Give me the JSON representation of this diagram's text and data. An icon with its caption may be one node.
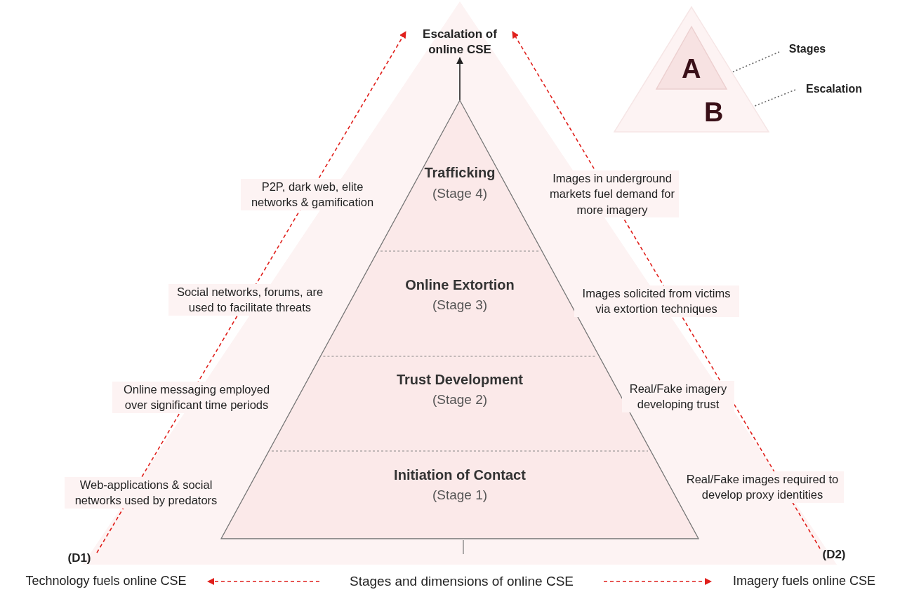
{
  "diagram": {
    "nodes": [
      {
        "text": [
          "Escalation of online CSE"
        ]
      },
      {
        "text": [
          "B"
        ]
      },
      {
        "text": [
          "A"
        ],
        "in": 1
      },
      {
        "text": [
          "Stages"
        ]
      },
      {
        "text": [
          "Escalation"
        ]
      },
      {
        "text": [
          "Trafficking",
          "(Stage 4)"
        ]
      },
      {
        "text": [
          "Online Extortion",
          "(Stage 3)"
        ]
      },
      {
        "text": [
          "Trust Development",
          "(Stage 2)"
        ]
      },
      {
        "text": [
          "Initiation of Contact",
          "(Stage 1)"
        ]
      },
      {
        "text": [
          "(D1)"
        ]
      },
      {
        "text": [
          "(D2)"
        ]
      },
      {
        "text": [
          "Technology fuels online CSE"
        ]
      },
      {
        "text": [
          "Stages and dimensions of online CSE"
        ]
      },
      {
        "text": [
          "Imagery fuels online CSE"
        ]
      }
    ],
    "edges": [
      {
        "from": 5,
        "to": 0,
        "arrow": "to",
        "color": "#222222"
      },
      {
        "from": 9,
        "to": 0,
        "arrow": "to",
        "style": "dashed"
      },
      {
        "from": 10,
        "to": 0,
        "arrow": "to",
        "style": "dashed"
      },
      {
        "from": 3,
        "to": 2,
        "arrow": "none",
        "style": "dashed",
        "color": "#666666"
      },
      {
        "from": 4,
        "to": 1,
        "arrow": "none",
        "style": "dashed",
        "color": "#666666"
      },
      {
        "from": 12,
        "to": 11,
        "arrow": "to",
        "style": "dashed"
      },
      {
        "from": 12,
        "to": 13,
        "arrow": "to",
        "style": "dashed"
      }
    ],
    "labels": [
      "P2P, dark web, elite networks & gamification",
      "Images in underground markets fuel demand for more imagery",
      "Social networks, forums, are used to facilitate threats",
      "Images solicited from victims via extortion techniques",
      "Online messaging employed over significant time periods",
      "Real/Fake imagery developing trust",
      "Web-applications & social networks used by predators",
      "Real/Fake images required to develop proxy identities"
    ]
  }
}
